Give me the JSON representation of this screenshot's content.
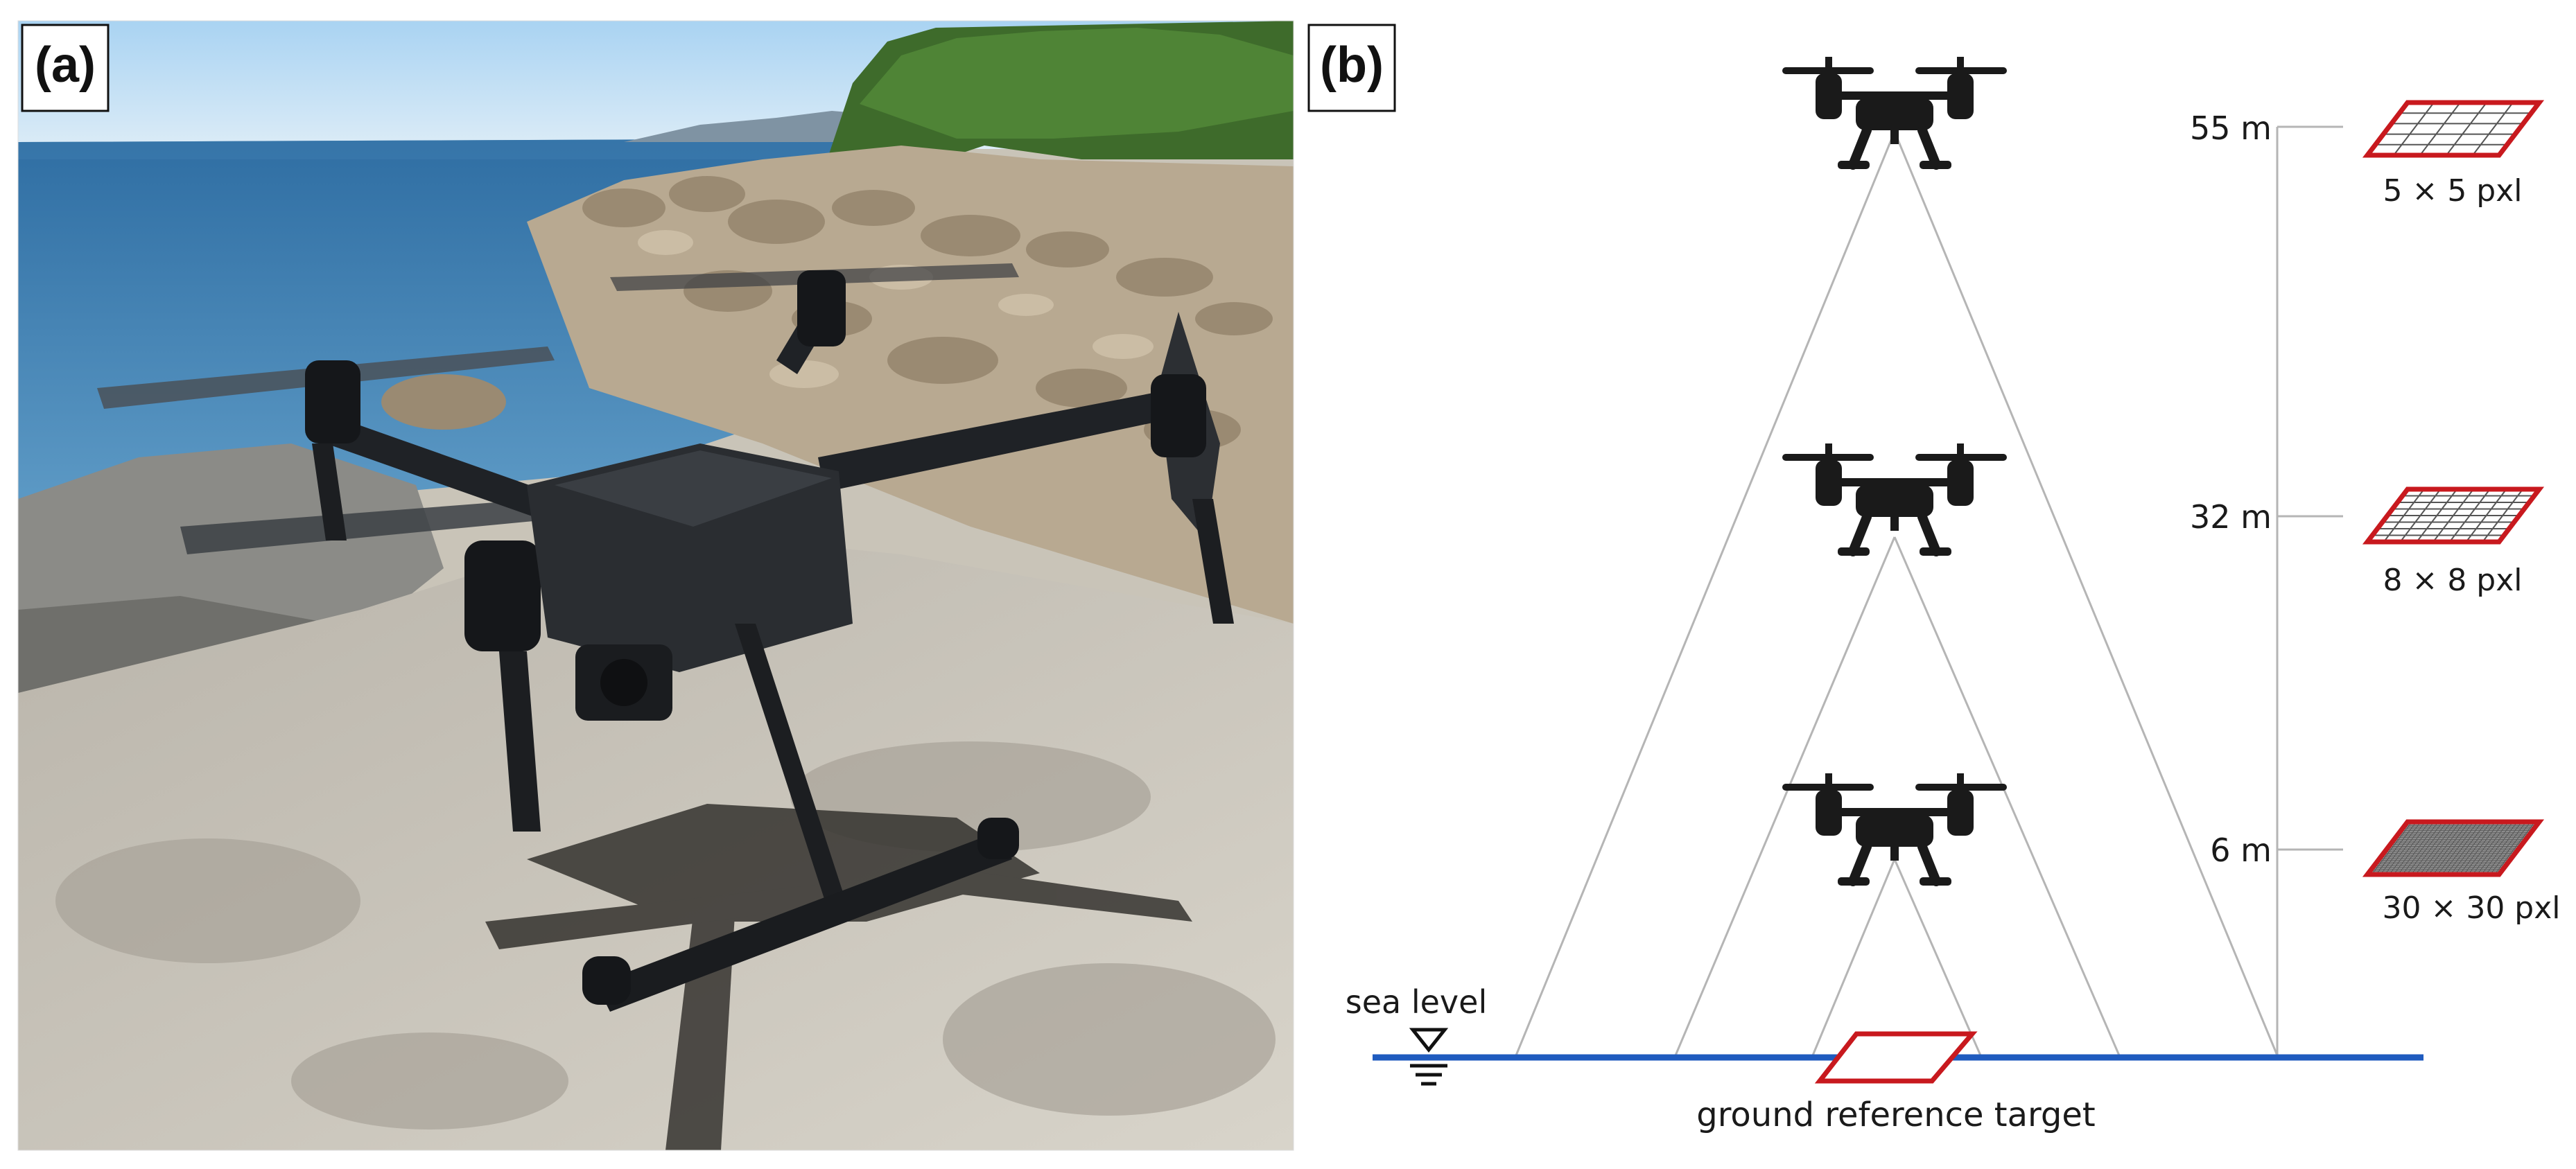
{
  "panel_a": {
    "label": "(a)"
  },
  "panel_b": {
    "label": "(b)",
    "sea_level_label": "sea level",
    "ground_target_label": "ground reference target",
    "altitudes": [
      {
        "height": "55 m",
        "resolution": "5 × 5 pxl",
        "grid_divisions": 5
      },
      {
        "height": "32 m",
        "resolution": "8 × 8 pxl",
        "grid_divisions": 8
      },
      {
        "height": "6 m",
        "resolution": "30 × 30 pxl",
        "grid_divisions": 30
      }
    ]
  },
  "colors": {
    "sea_line": "#1f5bbf",
    "target_outline": "#c8191e",
    "drone": "#1a1a1a",
    "guide_lines": "#b5b5b5"
  }
}
